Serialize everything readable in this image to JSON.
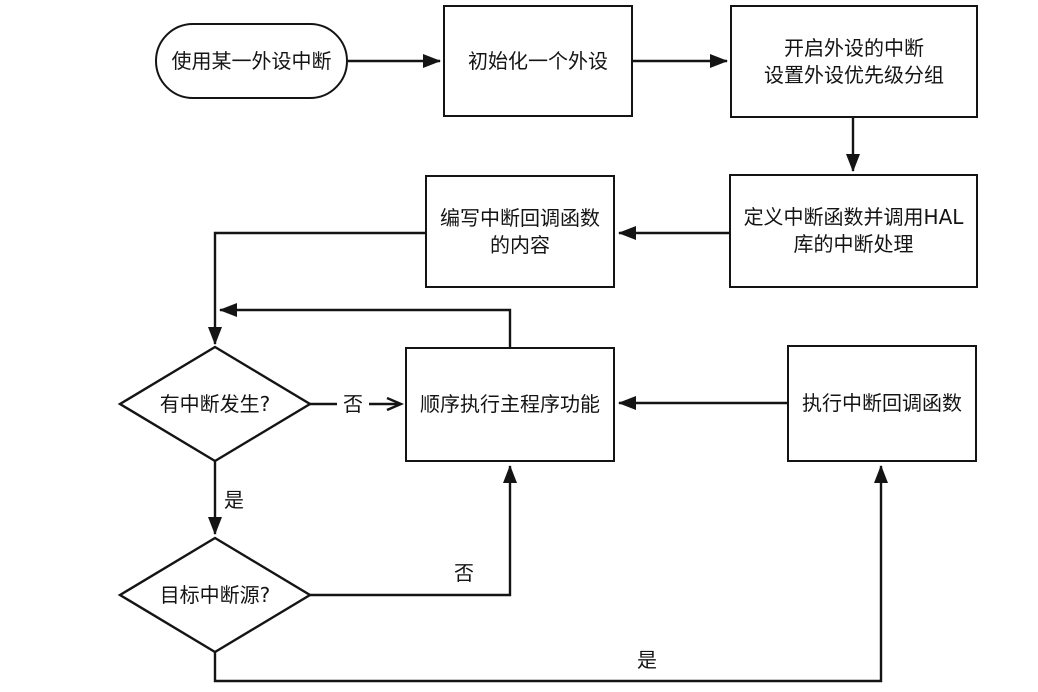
{
  "flowchart": {
    "title": "peripheral-interrupt-flowchart",
    "colors": {
      "line": "#141414",
      "text": "#141414",
      "background": "#ffffff"
    },
    "nodes": {
      "start": {
        "shape": "stadium",
        "label": "使用某一外设中断"
      },
      "init_peripheral": {
        "shape": "rect",
        "label": "初始化一个外设"
      },
      "enable_interrupt": {
        "shape": "rect",
        "label": "开启外设的中断\n设置外设优先级分组"
      },
      "define_handler": {
        "shape": "rect",
        "label": "定义中断函数并调用HAL\n库的中断处理"
      },
      "write_callback": {
        "shape": "rect",
        "label": "编写中断回调函数\n的内容"
      },
      "interrupt_occurred": {
        "shape": "diamond",
        "label": "有中断发生?"
      },
      "main_program": {
        "shape": "rect",
        "label": "顺序执行主程序功能"
      },
      "target_source": {
        "shape": "diamond",
        "label": "目标中断源?"
      },
      "exec_callback": {
        "shape": "rect",
        "label": "执行中断回调函数"
      }
    },
    "edge_labels": {
      "interrupt_no": "否",
      "interrupt_yes": "是",
      "source_no": "否",
      "source_yes": "是"
    }
  }
}
